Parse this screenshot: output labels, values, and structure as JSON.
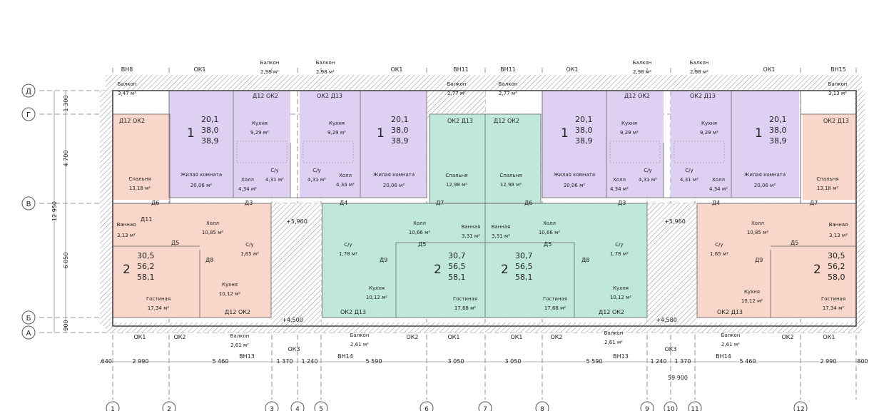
{
  "axes_letters": [
    "Д",
    "Г",
    "В",
    "Б",
    "А"
  ],
  "axes_numbers": [
    "1",
    "2",
    "3",
    "4",
    "5",
    "6",
    "7",
    "8",
    "9",
    "10",
    "11",
    "12"
  ],
  "dims_left": [
    "1 300",
    "4 700",
    "12 950",
    "6 050",
    "900"
  ],
  "dims_bottom": [
    ".640",
    "2 990",
    "5 460",
    "1 370",
    "1 240",
    "5 590",
    "3 050",
    "3 050",
    "5 590",
    "1 240",
    "1 370",
    "5 460",
    "2 990",
    "800"
  ],
  "overall_dim": "59 900",
  "top_labels": [
    {
      "t1": "ВН8",
      "t2": ""
    },
    {
      "t1": "ОК1",
      "t2": ""
    },
    {
      "t1": "Балкон",
      "t2": "2,98 м²"
    },
    {
      "t1": "Балкон",
      "t2": "2,98 м²"
    },
    {
      "t1": "ОК1",
      "t2": ""
    },
    {
      "t1": "ВН11",
      "t2": ""
    },
    {
      "t1": "ВН11",
      "t2": ""
    },
    {
      "t1": "ОК1",
      "t2": ""
    },
    {
      "t1": "Балкон",
      "t2": "2,98 м²"
    },
    {
      "t1": "Балкон",
      "t2": "2,98 м²"
    },
    {
      "t1": "ОК1",
      "t2": ""
    },
    {
      "t1": "ВН15",
      "t2": ""
    }
  ],
  "balcony_top": [
    {
      "t1": "Балкон",
      "t2": "3,47 м²"
    },
    {
      "t1": "Балкон",
      "t2": "2,77 м²"
    },
    {
      "t1": "Балкон",
      "t2": "2,77 м²"
    },
    {
      "t1": "Балкон",
      "t2": "3,13 м²"
    }
  ],
  "apt1": [
    {
      "n": "1",
      "a": "20,1",
      "b": "38,0",
      "c": "38,9"
    },
    {
      "n": "1",
      "a": "20,1",
      "b": "38,0",
      "c": "38,9"
    },
    {
      "n": "1",
      "a": "20,1",
      "b": "38,0",
      "c": "38,9"
    },
    {
      "n": "1",
      "a": "20,1",
      "b": "38,0",
      "c": "38,9"
    }
  ],
  "apt2": [
    {
      "n": "2",
      "a": "30,5",
      "b": "56,2",
      "c": "58,1"
    },
    {
      "n": "2",
      "a": "30,7",
      "b": "56,5",
      "c": "58,1"
    },
    {
      "n": "2",
      "a": "30,7",
      "b": "56,5",
      "c": "58,1"
    },
    {
      "n": "2",
      "a": "30,5",
      "b": "56,2",
      "c": "58,0"
    }
  ],
  "rooms": {
    "zhilaya": "Жилая комната",
    "zhilaya_area": "20,06 м²",
    "kuhnya": "Кухня",
    "kuhnya_area": "9,29 м²",
    "kuhnya2_area": "10,12 м²",
    "holl": "Холл",
    "holl_small_area": "4,34 м²",
    "holl_big_area": "10,85 м²",
    "holl_mid_area": "10,66 м²",
    "su": "С/у",
    "su_area": "4,31 м²",
    "su2_area": "1,65 м²",
    "su3_area": "1,78 м²",
    "spalnya": "Спальня",
    "spalnya_area_a": "13,18 м²",
    "spalnya_area_b": "12,98 м²",
    "vannaya": "Ванная",
    "vannaya_area_a": "3,13 м²",
    "vannaya_area_b": "3,31 м²",
    "gostinaya": "Гостиная",
    "gostinaya_area_a": "17,34 м²",
    "gostinaya_area_b": "17,68 м²"
  },
  "marks": {
    "d12ok2": "Д12  ОК2",
    "ok2d13": "ОК2  Д13",
    "ok2": "ОК2",
    "ok1": "ОК1",
    "ok3": "ОК3",
    "vn13": "ВН13",
    "vn14": "ВН14",
    "level_a": "+5,960",
    "level_b": "+4,500",
    "level_c": "+4,580",
    "d5": "Д5",
    "d8": "Д8",
    "d9": "Д9",
    "d3": "Д3",
    "d4": "Д4",
    "d6": "Д6",
    "d7": "Д7",
    "d11": "Д11",
    "balcony_bottom": "Балкон",
    "balcony_bottom_area": "2,61 м²"
  },
  "colors": {
    "purple": "#ddd0f3",
    "green": "#bfe8d8",
    "salmon": "#f8d6c9",
    "hatch": "#9a9a9a"
  }
}
